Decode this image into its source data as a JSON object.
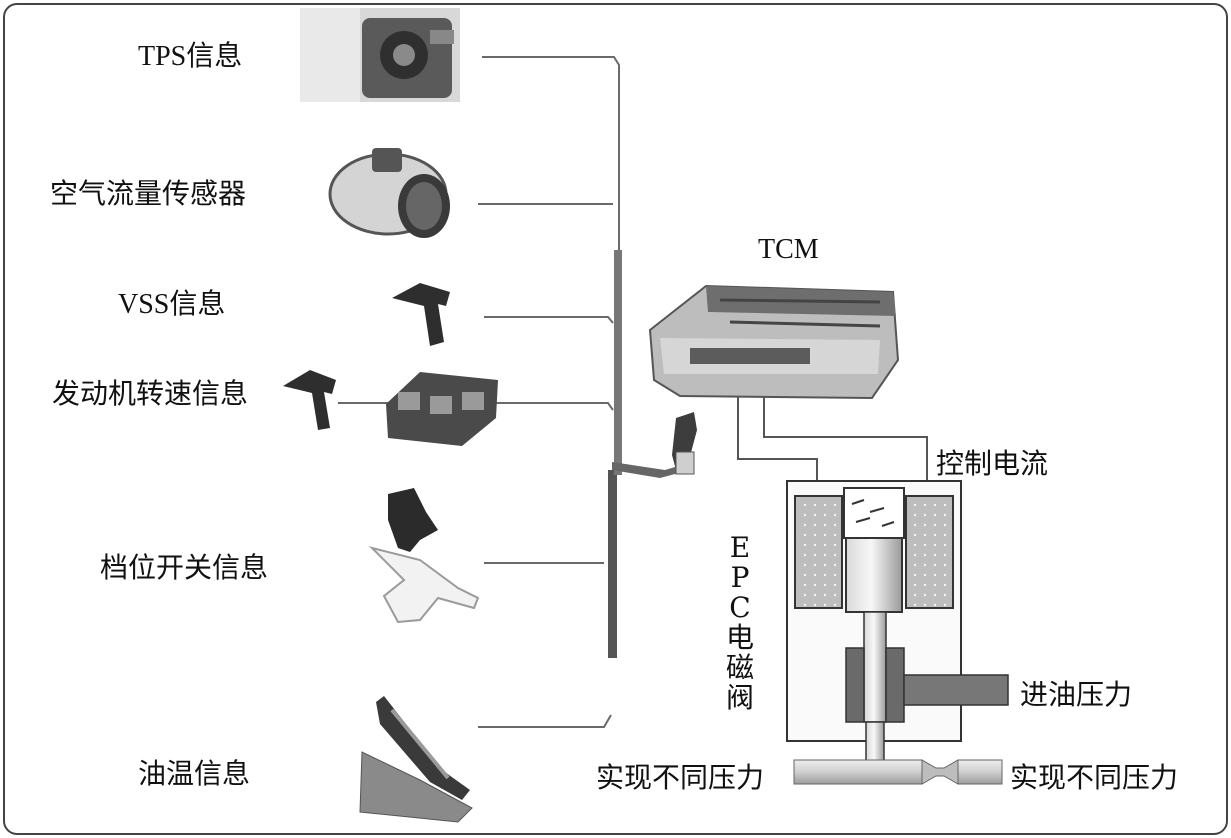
{
  "inputs": {
    "tps": "TPS信息",
    "maf": "空气流量传感器",
    "vss": "VSS信息",
    "rpm": "发动机转速信息",
    "gear": "档位开关信息",
    "oil_temp": "油温信息"
  },
  "tcm": {
    "label": "TCM"
  },
  "control_current": "控制电流",
  "epc": {
    "label": "EPC电磁阀"
  },
  "inlet_pressure": "进油压力",
  "outlet_left": "实现不同压力",
  "outlet_right": "实现不同压力"
}
